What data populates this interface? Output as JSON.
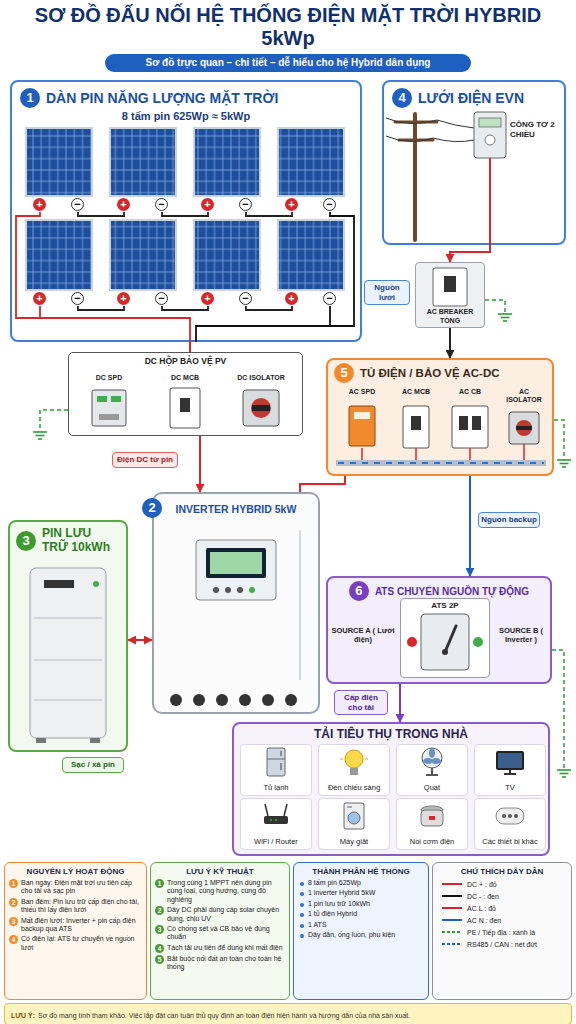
{
  "diagram": {
    "title": "SƠ ĐỒ ĐẤU NỐI HỆ THỐNG ĐIỆN MẶT TRỜI HYBRID 5kWp",
    "caption": "Sơ đồ trực quan – chi tiết – dễ hiểu cho hệ Hybrid dân dụng",
    "nodes": [
      {
        "text": [
          "1",
          "DÀN PIN NĂNG LƯỢNG MẶT TRỜI",
          "8 tấm pin 625Wp ≈ 5kWp"
        ]
      },
      {
        "text": [
          "4",
          "LƯỚI ĐIỆN EVN"
        ]
      },
      {
        "text": [
          "CÔNG TƠ 2 CHIỀU"
        ],
        "in": 1
      },
      {
        "text": [
          "AC BREAKER TỔNG"
        ]
      },
      {
        "text": [
          "DC HỘP BẢO VỆ PV"
        ]
      },
      {
        "text": [
          "DC SPD"
        ],
        "in": 4
      },
      {
        "text": [
          "DC MCB"
        ],
        "in": 4
      },
      {
        "text": [
          "DC ISOLATOR"
        ],
        "in": 4
      },
      {
        "text": [
          "5",
          "TỦ ĐIỆN / BẢO VỆ AC-DC"
        ]
      },
      {
        "text": [
          "AC SPD"
        ],
        "in": 8
      },
      {
        "text": [
          "AC MCB"
        ],
        "in": 8
      },
      {
        "text": [
          "AC CB"
        ],
        "in": 8
      },
      {
        "text": [
          "AC ISOLATOR"
        ],
        "in": 8
      },
      {
        "text": [
          "2",
          "INVERTER HYBRID 5kW"
        ]
      },
      {
        "text": [
          "3",
          "PIN LƯU TRỮ 10kWh"
        ]
      },
      {
        "text": [
          "6",
          "ATS CHUYỂN NGUỒN TỰ ĐỘNG"
        ]
      },
      {
        "text": [
          "ATS 2P"
        ],
        "in": 15
      },
      {
        "text": [
          "TẢI TIÊU THỤ TRONG NHÀ"
        ]
      },
      {
        "text": [
          "Tủ lạnh"
        ],
        "in": 17
      },
      {
        "text": [
          "Đèn chiếu sáng"
        ],
        "in": 17
      },
      {
        "text": [
          "Quạt"
        ],
        "in": 17
      },
      {
        "text": [
          "TV"
        ],
        "in": 17
      },
      {
        "text": [
          "WiFi / Router"
        ],
        "in": 17
      },
      {
        "text": [
          "Máy giặt"
        ],
        "in": 17
      },
      {
        "text": [
          "Nồi cơm điện"
        ],
        "in": 17
      },
      {
        "text": [
          "Các thiết bị khác"
        ],
        "in": 17
      },
      {
        "text": [
          "NGUYÊN LÝ HOẠT ĐỘNG",
          "1",
          "Ban ngày: Điện mặt trời ưu tiên cấp cho tải và sạc pin",
          "2",
          "Ban đêm: Pin lưu trữ cấp điện cho tải, thiếu thì lấy điện lưới",
          "3",
          "Mất điện lưới: Inverter + pin cấp điện backup qua ATS",
          "4",
          "Có điện lại: ATS tự chuyển về nguồn lưới"
        ]
      },
      {
        "text": [
          "LƯU Ý KỸ THUẬT",
          "1",
          "Trong cùng 1 MPPT nên dùng pin cùng loại, cùng hướng, cùng độ nghiêng",
          "2",
          "Dây DC phải dùng cáp solar chuyên dụng, chịu UV",
          "3",
          "Có chống sét và CB bảo vệ đúng chuẩn",
          "4",
          "Tách tải ưu tiên để dùng khi mất điện",
          "5",
          "Bắt buộc nối đất an toàn cho toàn hệ thống"
        ]
      },
      {
        "text": [
          "THÀNH PHẦN HỆ THỐNG",
          "8 tấm pin 625Wp",
          "1 inverter Hybrid 5kW",
          "1 pin lưu trữ 10kWh",
          "1 tủ điện Hybrid",
          "1 ATS",
          "Dây dẫn, ống luồn, phụ kiện"
        ]
      },
      {
        "text": [
          "CHÚ THÍCH DÂY DẪN"
        ]
      },
      {
        "text": [
          "LƯU Ý:",
          "Sơ đồ mang tính tham khảo. Việc lắp đặt cần tuân thủ quy định an toàn điện hiện hành và hướng dẫn của nhà sản xuất."
        ]
      }
    ],
    "edges": [
      {
        "from": 0,
        "to": 4,
        "arrow": "none"
      },
      {
        "from": 4,
        "to": 13,
        "arrow": "to",
        "label": "Điện DC từ pin"
      },
      {
        "from": 2,
        "to": 3,
        "arrow": "to",
        "label": "Nguồn lưới"
      },
      {
        "from": 3,
        "to": 8,
        "arrow": "to"
      },
      {
        "from": 8,
        "to": 13,
        "arrow": "none"
      },
      {
        "from": 14,
        "to": 13,
        "arrow": "both",
        "label": "Sạc / xả pin"
      },
      {
        "from": 8,
        "to": 15,
        "arrow": "to",
        "label": "Nguồn backup"
      },
      {
        "from": 15,
        "to": 17,
        "arrow": "to",
        "label": "Cấp điện cho tải"
      }
    ],
    "labels": [
      "+",
      "−",
      "+",
      "−",
      "+",
      "−",
      "+",
      "−",
      "+",
      "−",
      "+",
      "−",
      "+",
      "−",
      "+",
      "−",
      "SOURCE A ( Lưới điện)",
      "SOURCE B ( Inverter )"
    ],
    "legend": [
      {
        "text": "DC + : đỏ"
      },
      {
        "text": "DC - : đen"
      },
      {
        "text": "AC L : đỏ"
      },
      {
        "text": "AC N : đen"
      },
      {
        "text": "PE / Tiếp địa : xanh lá"
      },
      {
        "text": "RS485 / CAN : nét đứt"
      }
    ]
  }
}
